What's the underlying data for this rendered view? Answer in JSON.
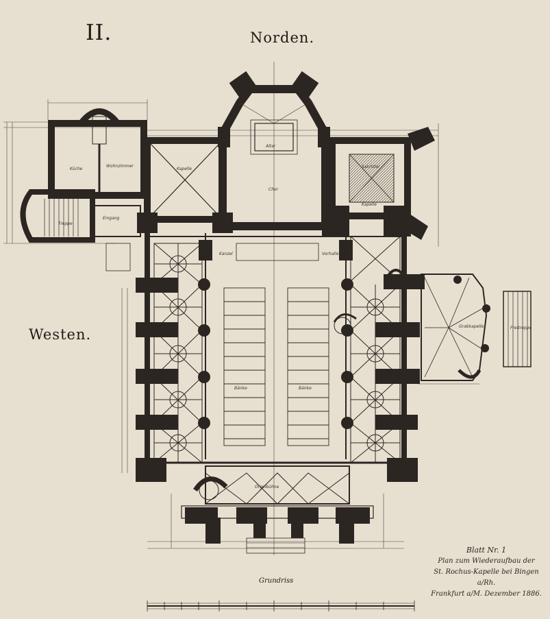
{
  "plate_number": "II.",
  "orientation": {
    "north": "Norden.",
    "west": "Westen.",
    "south": "Grundriss"
  },
  "title_block": {
    "sheet": "Blatt Nr. 1",
    "line1": "Plan zum Wiederaufbau der",
    "line2": "St. Rochus-Kapelle bei Bingen a/Rh.",
    "line3": "Frankfurt a/M. Dezember 1886."
  },
  "room_labels": {
    "chor": "Chor",
    "altar": "Altar",
    "sakristei": "Sakristei",
    "kapelle": "Kapelle",
    "kapelle2": "Kapelle",
    "kueche": "Küche",
    "wohnzimmer": "Wohnzimmer",
    "eingang": "Eingang",
    "treppe": "Treppe",
    "bank_left": "Bänke",
    "bank_right": "Bänke",
    "empore": "Orgelbühne",
    "vorhalle": "Vorhalle",
    "freitreppe": "Freitreppe",
    "kanzel": "Kanzel",
    "grabkapelle": "Grabkapelle"
  },
  "colors": {
    "paper": "#e7e0d0",
    "ink": "#1e1a17",
    "wall": "#2b2622"
  }
}
